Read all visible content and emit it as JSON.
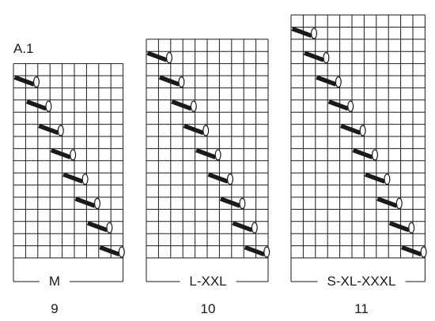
{
  "chart_title": "A.1",
  "charts": [
    {
      "size_label": "M",
      "stitch_count": "9",
      "stitches": 9,
      "rows": 16,
      "symbols": 8
    },
    {
      "size_label": "L-XXL",
      "stitch_count": "10",
      "stitches": 10,
      "rows": 18,
      "symbols": 9
    },
    {
      "size_label": "S-XL-XXXL",
      "stitch_count": "11",
      "stitches": 11,
      "rows": 20,
      "symbols": 10
    }
  ],
  "symbol_icon": "cable-stitch-icon",
  "colors": {
    "grid": "#1a1a1a",
    "symbol": "#1a1a1a",
    "background": "#ffffff"
  }
}
